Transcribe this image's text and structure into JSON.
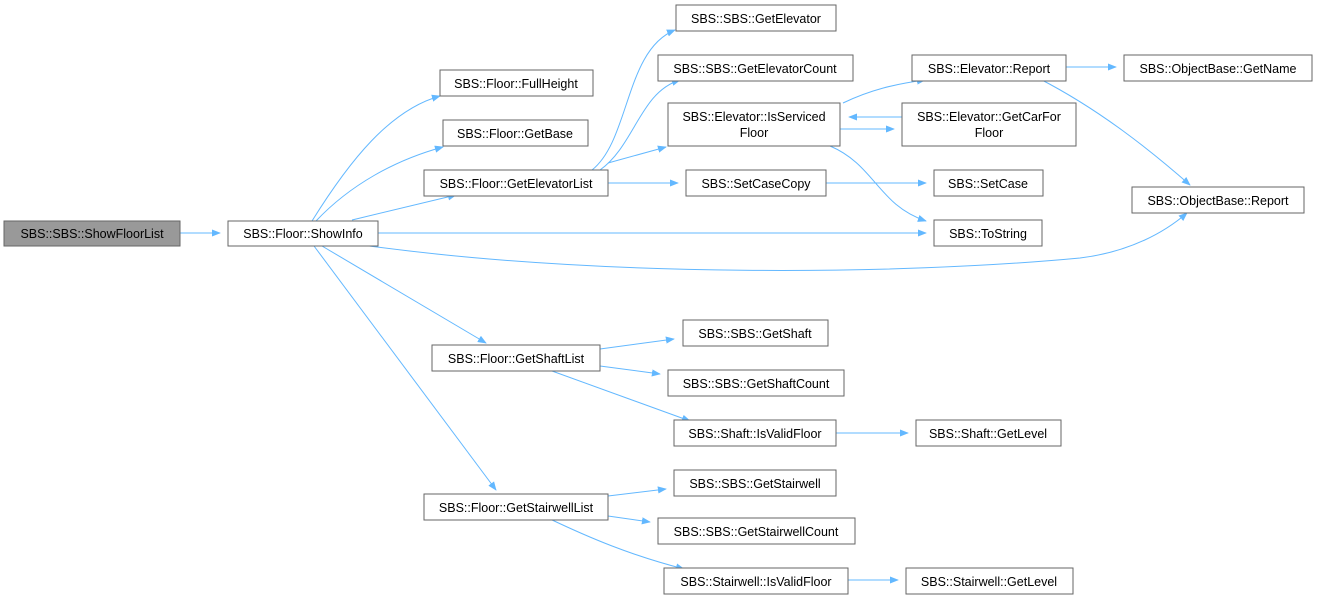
{
  "colors": {
    "edge": "#63b8ff",
    "root_fill": "#999999",
    "node_border": "#666666"
  },
  "nodes": {
    "show_floor_list": [
      "SBS::SBS::ShowFloorList"
    ],
    "show_info": [
      "SBS::Floor::ShowInfo"
    ],
    "full_height": [
      "SBS::Floor::FullHeight"
    ],
    "get_base": [
      "SBS::Floor::GetBase"
    ],
    "get_elevator_list": [
      "SBS::Floor::GetElevatorList"
    ],
    "get_elevator": [
      "SBS::SBS::GetElevator"
    ],
    "get_elevator_count": [
      "SBS::SBS::GetElevatorCount"
    ],
    "is_serviced_floor": [
      "SBS::Elevator::IsServiced",
      "Floor"
    ],
    "elevator_report": [
      "SBS::Elevator::Report"
    ],
    "get_car_for_floor": [
      "SBS::Elevator::GetCarFor",
      "Floor"
    ],
    "get_name": [
      "SBS::ObjectBase::GetName"
    ],
    "object_report": [
      "SBS::ObjectBase::Report"
    ],
    "set_case_copy": [
      "SBS::SetCaseCopy"
    ],
    "set_case": [
      "SBS::SetCase"
    ],
    "to_string": [
      "SBS::ToString"
    ],
    "get_shaft_list": [
      "SBS::Floor::GetShaftList"
    ],
    "get_shaft": [
      "SBS::SBS::GetShaft"
    ],
    "get_shaft_count": [
      "SBS::SBS::GetShaftCount"
    ],
    "shaft_is_valid_floor": [
      "SBS::Shaft::IsValidFloor"
    ],
    "shaft_get_level": [
      "SBS::Shaft::GetLevel"
    ],
    "get_stairwell_list": [
      "SBS::Floor::GetStairwellList"
    ],
    "get_stairwell": [
      "SBS::SBS::GetStairwell"
    ],
    "get_stairwell_count": [
      "SBS::SBS::GetStairwellCount"
    ],
    "stairwell_is_valid_floor": [
      "SBS::Stairwell::IsValidFloor"
    ],
    "stairwell_get_level": [
      "SBS::Stairwell::GetLevel"
    ]
  }
}
